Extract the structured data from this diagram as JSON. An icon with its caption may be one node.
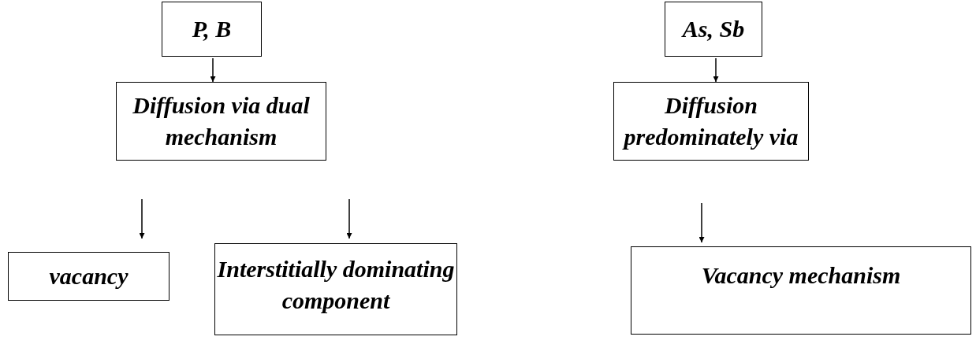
{
  "diagram": {
    "nodes": [
      {
        "text": [
          "P, B"
        ]
      },
      {
        "text": [
          "Diffusion via dual mechanism"
        ]
      },
      {
        "text": [
          "vacancy"
        ]
      },
      {
        "text": [
          "Interstitially dominating component"
        ]
      },
      {
        "text": [
          "As, Sb"
        ]
      },
      {
        "text": [
          "Diffusion predominately via"
        ]
      },
      {
        "text": [
          "Vacancy mechanism"
        ]
      }
    ],
    "edges": [
      {
        "from": 0,
        "to": 1,
        "arrow": "to"
      },
      {
        "from": 1,
        "to": 2,
        "arrow": "to"
      },
      {
        "from": 1,
        "to": 3,
        "arrow": "to"
      },
      {
        "from": 4,
        "to": 5,
        "arrow": "to"
      },
      {
        "from": 5,
        "to": 6,
        "arrow": "to"
      }
    ]
  }
}
